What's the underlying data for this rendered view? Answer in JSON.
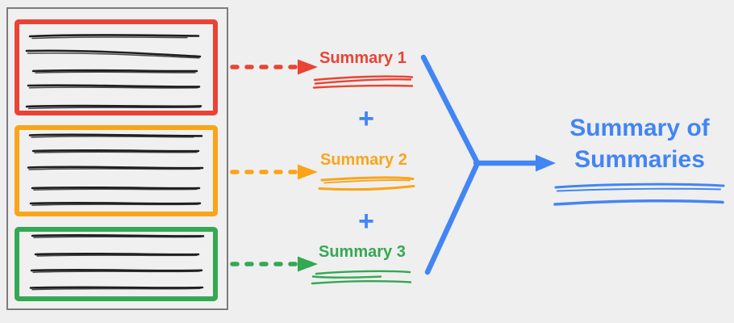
{
  "colors": {
    "red": "#EA4335",
    "orange": "#F9A51A",
    "green": "#34A853",
    "blue": "#4285F4",
    "ink": "#1E1E1E",
    "document_border": "#7C7C7C",
    "background": "#EFEFEF"
  },
  "chunks": [
    {
      "label": "Summary 1",
      "text_line_count": 5
    },
    {
      "label": "Summary 2",
      "text_line_count": 5
    },
    {
      "label": "Summary 3",
      "text_line_count": 4
    }
  ],
  "plus": "+",
  "result": "Summary of Summaries"
}
